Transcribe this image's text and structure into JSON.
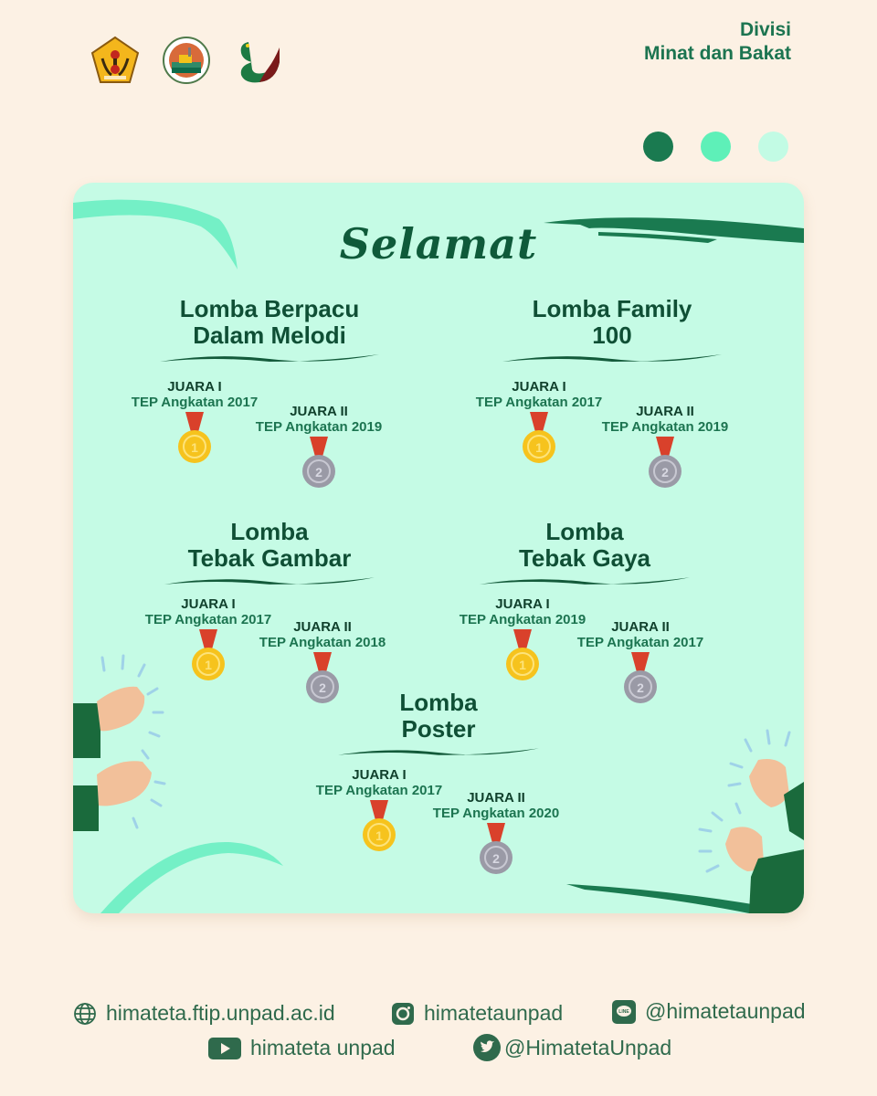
{
  "header": {
    "logos": [
      {
        "name": "unpad-logo",
        "label": "Universitas Padjadjaran"
      },
      {
        "name": "ftip-logo",
        "label": "FTIP"
      },
      {
        "name": "himateta-logo",
        "label": "Himateta"
      }
    ],
    "division_line1": "Divisi",
    "division_line2": "Minat dan Bakat",
    "dots": [
      "#1a7a50",
      "#5ef0b8",
      "#c2fbe4"
    ]
  },
  "colors": {
    "background": "#fcf1e4",
    "card": "#c5fbe5",
    "dark_green": "#0f5a3a",
    "accent_green": "#1c7450",
    "light_stroke": "#74f0c6",
    "gold": "#f6c31d",
    "silver": "#9a9aa6",
    "ribbon": "#d9412b"
  },
  "card": {
    "title": "Selamat",
    "competitions": [
      {
        "title_line1": "Lomba Berpacu",
        "title_line2": "Dalam Melodi",
        "winners": [
          {
            "rank": "JUARA I",
            "team": "TEP Angkatan 2017",
            "medal": "1"
          },
          {
            "rank": "JUARA II",
            "team": "TEP Angkatan 2019",
            "medal": "2"
          }
        ]
      },
      {
        "title_line1": "Lomba Family",
        "title_line2": "100",
        "winners": [
          {
            "rank": "JUARA I",
            "team": "TEP Angkatan 2017",
            "medal": "1"
          },
          {
            "rank": "JUARA II",
            "team": "TEP Angkatan 2019",
            "medal": "2"
          }
        ]
      },
      {
        "title_line1": "Lomba",
        "title_line2": "Tebak Gambar",
        "winners": [
          {
            "rank": "JUARA I",
            "team": "TEP Angkatan 2017",
            "medal": "1"
          },
          {
            "rank": "JUARA II",
            "team": "TEP Angkatan 2018",
            "medal": "2"
          }
        ]
      },
      {
        "title_line1": "Lomba",
        "title_line2": "Tebak Gaya",
        "winners": [
          {
            "rank": "JUARA I",
            "team": "TEP Angkatan 2019",
            "medal": "1"
          },
          {
            "rank": "JUARA II",
            "team": "TEP Angkatan 2017",
            "medal": "2"
          }
        ]
      },
      {
        "title_line1": "Lomba",
        "title_line2": "Poster",
        "winners": [
          {
            "rank": "JUARA I",
            "team": "TEP Angkatan 2017",
            "medal": "1"
          },
          {
            "rank": "JUARA II",
            "team": "TEP Angkatan 2020",
            "medal": "2"
          }
        ]
      }
    ]
  },
  "footer": {
    "website": {
      "icon": "globe-icon",
      "text": "himateta.ftip.unpad.ac.id"
    },
    "instagram": {
      "icon": "instagram-icon",
      "text": "himatetaunpad"
    },
    "line": {
      "icon": "line-icon",
      "text": "@himatetaunpad",
      "badge": "LINE"
    },
    "youtube": {
      "icon": "youtube-icon",
      "text": "himateta unpad"
    },
    "twitter": {
      "icon": "twitter-icon",
      "text": "@HimatetaUnpad"
    }
  }
}
